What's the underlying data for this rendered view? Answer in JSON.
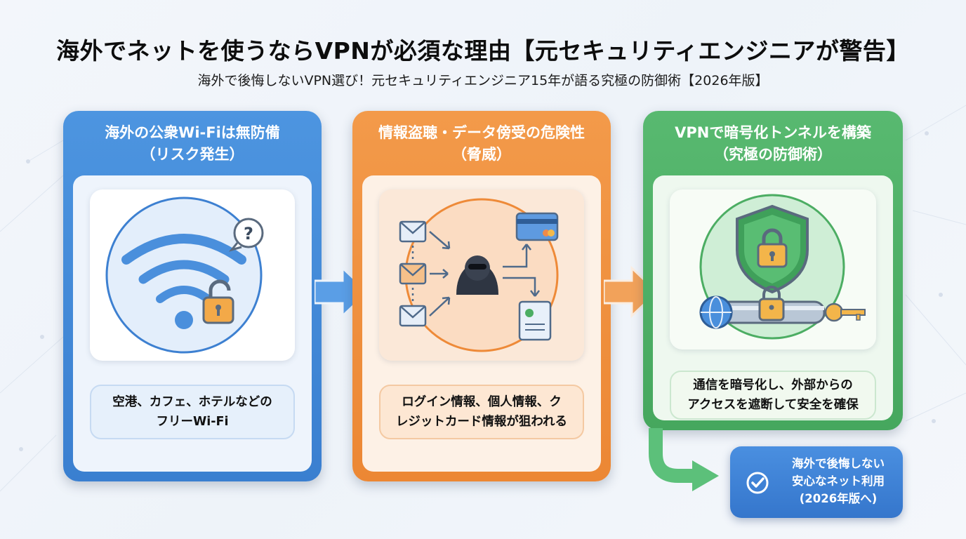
{
  "title": "海外でネットを使うならVPNが必須な理由【元セキュリティエンジニアが警告】",
  "subtitle": "海外で後悔しないVPN選び！元セキュリティエンジニア15年が語る究極の防御術【2026年版】",
  "panels": [
    {
      "heading": "海外の公衆Wi-Fiは無防備",
      "stage": "（リスク発生）",
      "caption_line1": "空港、カフェ、ホテルなどの",
      "caption_line2": "フリーWi-Fi",
      "color": "#3f86d6"
    },
    {
      "heading": "情報盗聴・データ傍受の危険性",
      "stage": "（脅威）",
      "caption_line1": "ログイン情報、個人情報、ク",
      "caption_line2": "レジットカード情報が狙われる",
      "color": "#ee8a38"
    },
    {
      "heading": "VPNで暗号化トンネルを構築",
      "stage": "（究極の防御術）",
      "caption_line1": "通信を暗号化し、外部からの",
      "caption_line2": "アクセスを遮断して安全を確保",
      "color": "#4cad63"
    }
  ],
  "result": {
    "line1": "海外で後悔しない",
    "line2": "安心なネット利用",
    "line3": "(2026年版へ)",
    "icon": "check-circle-icon"
  },
  "icons": {
    "panel1": [
      "wifi-icon",
      "unlocked-padlock-icon",
      "question-bubble-icon"
    ],
    "panel2": [
      "envelope-icon",
      "hacker-icon",
      "credit-card-icon",
      "id-document-icon"
    ],
    "panel3": [
      "shield-lock-icon",
      "globe-icon",
      "tunnel-pipe-icon",
      "padlock-icon",
      "key-icon"
    ]
  }
}
